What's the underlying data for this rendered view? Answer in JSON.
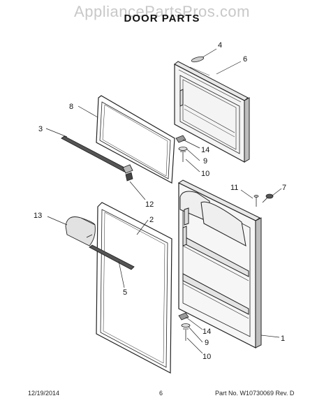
{
  "watermark": "AppliancePartsPros.com",
  "title": "DOOR PARTS",
  "callouts": {
    "c4": "4",
    "c6": "6",
    "c8": "8",
    "c3": "3",
    "c14a": "14",
    "c9a": "9",
    "c10a": "10",
    "c12": "12",
    "c11": "11",
    "c7": "7",
    "c2": "2",
    "c13": "13",
    "c5": "5",
    "c1": "1",
    "c14b": "14",
    "c9b": "9",
    "c10b": "10"
  },
  "footer": {
    "date": "12/19/2014",
    "page": "6",
    "part": "Part No. W10730069  Rev. D"
  }
}
